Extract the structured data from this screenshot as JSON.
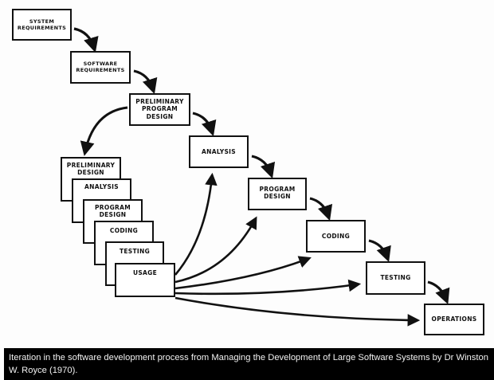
{
  "diagram": {
    "main_steps": [
      {
        "id": "system-requirements",
        "label": "SYSTEM\nREQUIREMENTS"
      },
      {
        "id": "software-requirements",
        "label": "SOFTWARE\nREQUIREMENTS"
      },
      {
        "id": "preliminary-program-design",
        "label": "PRELIMINARY\nPROGRAM\nDESIGN"
      },
      {
        "id": "analysis",
        "label": "ANALYSIS"
      },
      {
        "id": "program-design",
        "label": "PROGRAM\nDESIGN"
      },
      {
        "id": "coding",
        "label": "CODING"
      },
      {
        "id": "testing",
        "label": "TESTING"
      },
      {
        "id": "operations",
        "label": "OPERATIONS"
      }
    ],
    "prototype_stack": [
      {
        "id": "preliminary-design",
        "label": "PRELIMINARY\nDESIGN"
      },
      {
        "id": "analysis",
        "label": "ANALYSIS"
      },
      {
        "id": "program-design",
        "label": "PROGRAM\nDESIGN"
      },
      {
        "id": "coding",
        "label": "CODING"
      },
      {
        "id": "testing",
        "label": "TESTING"
      },
      {
        "id": "usage",
        "label": "USAGE"
      }
    ],
    "feedback_targets": [
      "ANALYSIS",
      "PROGRAM DESIGN",
      "CODING",
      "TESTING",
      "OPERATIONS"
    ]
  },
  "caption": {
    "text": "Iteration in the software development process from Managing the Development of Large Software Systems by Dr Winston W. Royce (1970)."
  },
  "colors": {
    "ink": "#111111",
    "caption_bg": "#000000",
    "caption_text": "#f2f2f2"
  }
}
